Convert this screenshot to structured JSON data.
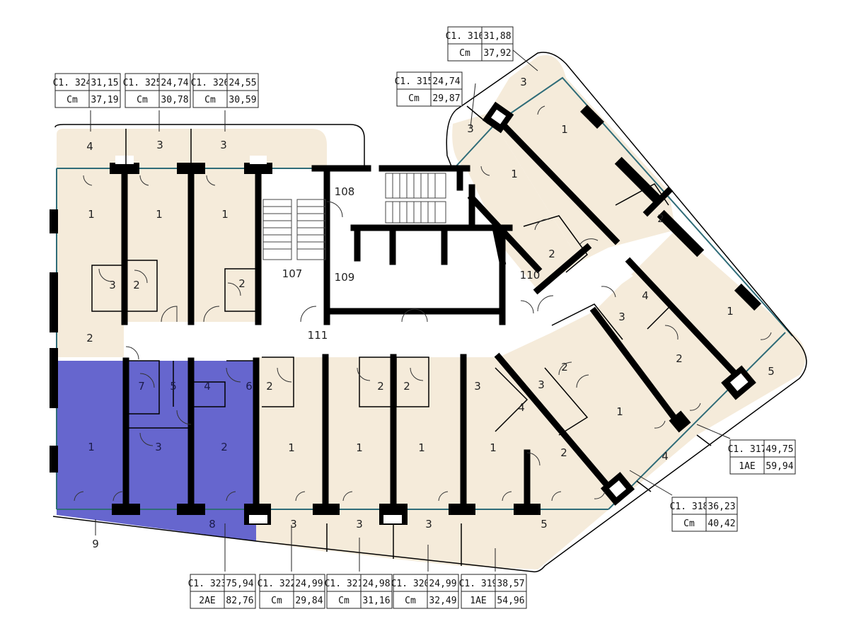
{
  "theme": {
    "apartment_fill": "#f5ebda",
    "selected_fill": "#5e5ecb",
    "wall": "#000000",
    "glazing": "#2f6c78",
    "background": "#ffffff"
  },
  "selected_apartment": "C1. 323",
  "common_areas": [
    {
      "id": "107",
      "label": "107"
    },
    {
      "id": "108",
      "label": "108"
    },
    {
      "id": "109",
      "label": "109"
    },
    {
      "id": "110",
      "label": "110"
    },
    {
      "id": "111",
      "label": "111"
    }
  ],
  "apartments": [
    {
      "name": "C1. 324",
      "area": "31,15",
      "type": "Cm",
      "total": "37,19"
    },
    {
      "name": "C1. 325",
      "area": "24,74",
      "type": "Cm",
      "total": "30,78"
    },
    {
      "name": "C1. 326",
      "area": "24,55",
      "type": "Cm",
      "total": "30,59"
    },
    {
      "name": "C1. 316",
      "area": "31,88",
      "type": "Cm",
      "total": "37,92"
    },
    {
      "name": "C1. 315",
      "area": "24,74",
      "type": "Cm",
      "total": "29,87"
    },
    {
      "name": "C1. 317",
      "area": "49,75",
      "type": "1AE",
      "total": "59,94"
    },
    {
      "name": "C1. 318",
      "area": "36,23",
      "type": "Cm",
      "total": "40,42"
    },
    {
      "name": "C1. 323",
      "area": "75,94",
      "type": "2AE",
      "total": "82,76"
    },
    {
      "name": "C1. 322",
      "area": "24,99",
      "type": "Cm",
      "total": "29,84"
    },
    {
      "name": "C1. 321",
      "area": "24,98",
      "type": "Cm",
      "total": "31,16"
    },
    {
      "name": "C1. 320",
      "area": "24,99",
      "type": "Cm",
      "total": "32,49"
    },
    {
      "name": "C1. 319",
      "area": "38,57",
      "type": "1AE",
      "total": "54,96"
    }
  ],
  "room_labels": {
    "one": "1",
    "two": "2",
    "three": "3",
    "four": "4",
    "five": "5",
    "six": "6",
    "seven": "7",
    "eight": "8",
    "nine": "9"
  }
}
